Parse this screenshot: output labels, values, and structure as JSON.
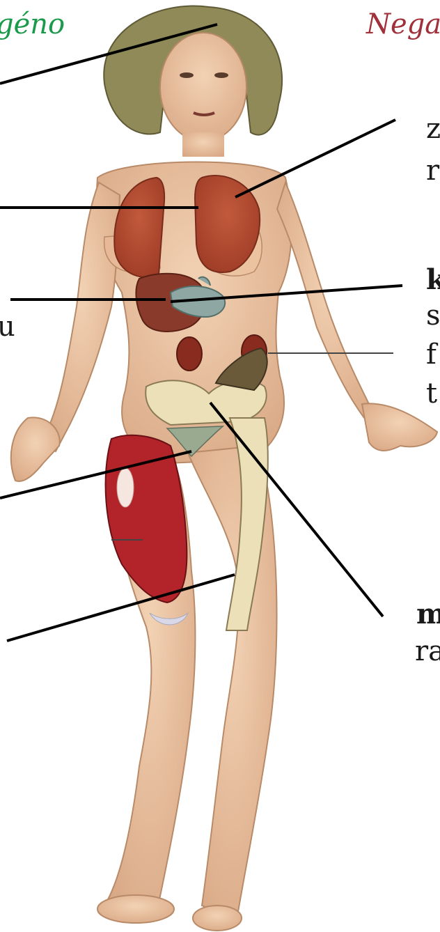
{
  "title_left": "géno",
  "title_right": "Nega",
  "right_labels": {
    "lung_line1": "z",
    "lung_line2": "r",
    "liver_bold": "k",
    "liver_line2": "s",
    "liver_line3": "f",
    "liver_line4": "t",
    "bone_bold": "m",
    "bone_line2": "ra"
  },
  "left_labels": {
    "liver_tail": "u"
  },
  "colors": {
    "title_left": "#1a9a4a",
    "title_right": "#a0303a",
    "skin": "#e8c3a2",
    "organ": "#b5492f",
    "muscle": "#b3232a",
    "bone": "#ece0b8",
    "hair": "#8f8a58"
  }
}
